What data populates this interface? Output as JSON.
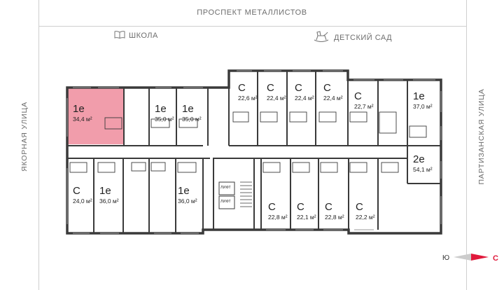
{
  "streets": {
    "top": "ПРОСПЕКТ МЕТАЛЛИСТОВ",
    "left": "ЯКОРНАЯ УЛИЦА",
    "right": "ПАРТИЗАНСКАЯ УЛИЦА"
  },
  "landmarks": {
    "school": "ШКОЛА",
    "kindergarten": "ДЕТСКИЙ САД"
  },
  "elevators": {
    "label1": "ЛИФТ",
    "label2": "ЛИФТ"
  },
  "apartments": [
    {
      "type": "1е",
      "area": "34,4 м²",
      "selected": true
    },
    {
      "type": "1е",
      "area": "35,0 м²"
    },
    {
      "type": "1е",
      "area": "35,0 м²"
    },
    {
      "type": "С",
      "area": "22,6 м²"
    },
    {
      "type": "С",
      "area": "22,4 м²"
    },
    {
      "type": "С",
      "area": "22,4 м²"
    },
    {
      "type": "С",
      "area": "22,4 м²"
    },
    {
      "type": "С",
      "area": "22,7 м²"
    },
    {
      "type": "1е",
      "area": "37,0 м²"
    },
    {
      "type": "2е",
      "area": "54,1 м²"
    },
    {
      "type": "С",
      "area": "24,0 м²"
    },
    {
      "type": "1е",
      "area": "36,0 м²"
    },
    {
      "type": "1е",
      "area": "36,0 м²"
    },
    {
      "type": "С",
      "area": "22,8 м²"
    },
    {
      "type": "С",
      "area": "22,1 м²"
    },
    {
      "type": "С",
      "area": "22,8 м²"
    },
    {
      "type": "С",
      "area": "22,2 м²"
    }
  ],
  "compass": {
    "south": "Ю",
    "north": "С"
  },
  "colors": {
    "selected": "#ef8c9c",
    "accent": "#e0193b",
    "wall": "#3a3a3a",
    "frame": "#cfcfcf"
  },
  "icons": {
    "school": "book-icon",
    "kindergarten": "rocking-horse-icon"
  }
}
